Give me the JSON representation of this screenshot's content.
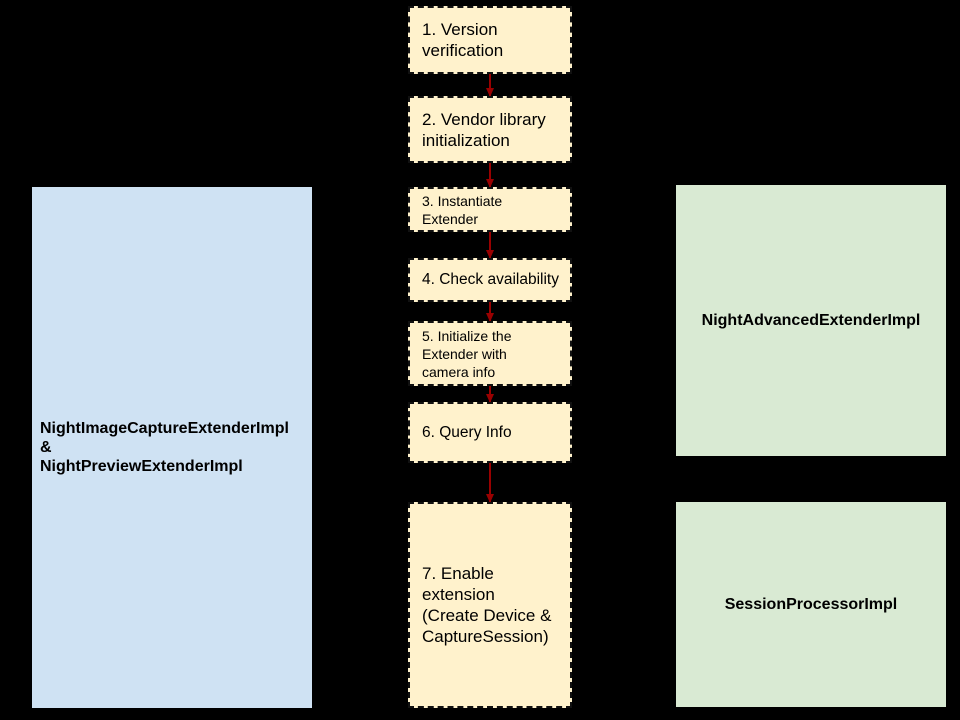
{
  "diagram": {
    "background_color": "#000000",
    "step_box_fill": "#FFF2CC",
    "step_box_border": "#111111",
    "arrow_color": "#990000",
    "text_color": "#000000"
  },
  "flow": {
    "steps": [
      {
        "label": "1. Version\nverification"
      },
      {
        "label": "2. Vendor library\ninitialization"
      },
      {
        "label": "3. Instantiate\nExtender"
      },
      {
        "label": "4. Check availability"
      },
      {
        "label": "5. Initialize the\nExtender with\ncamera info"
      },
      {
        "label": "6. Query Info"
      },
      {
        "label": "7. Enable\nextension\n(Create Device &\nCaptureSession)"
      }
    ]
  },
  "left_panel": {
    "fill": "#CFE2F3",
    "label": "NightImageCaptureExtenderImpl\n&\nNightPreviewExtenderImpl"
  },
  "right_panels": [
    {
      "fill": "#D9EAD3",
      "label": "NightAdvancedExtenderImpl"
    },
    {
      "fill": "#D9EAD3",
      "label": "SessionProcessorImpl"
    }
  ]
}
